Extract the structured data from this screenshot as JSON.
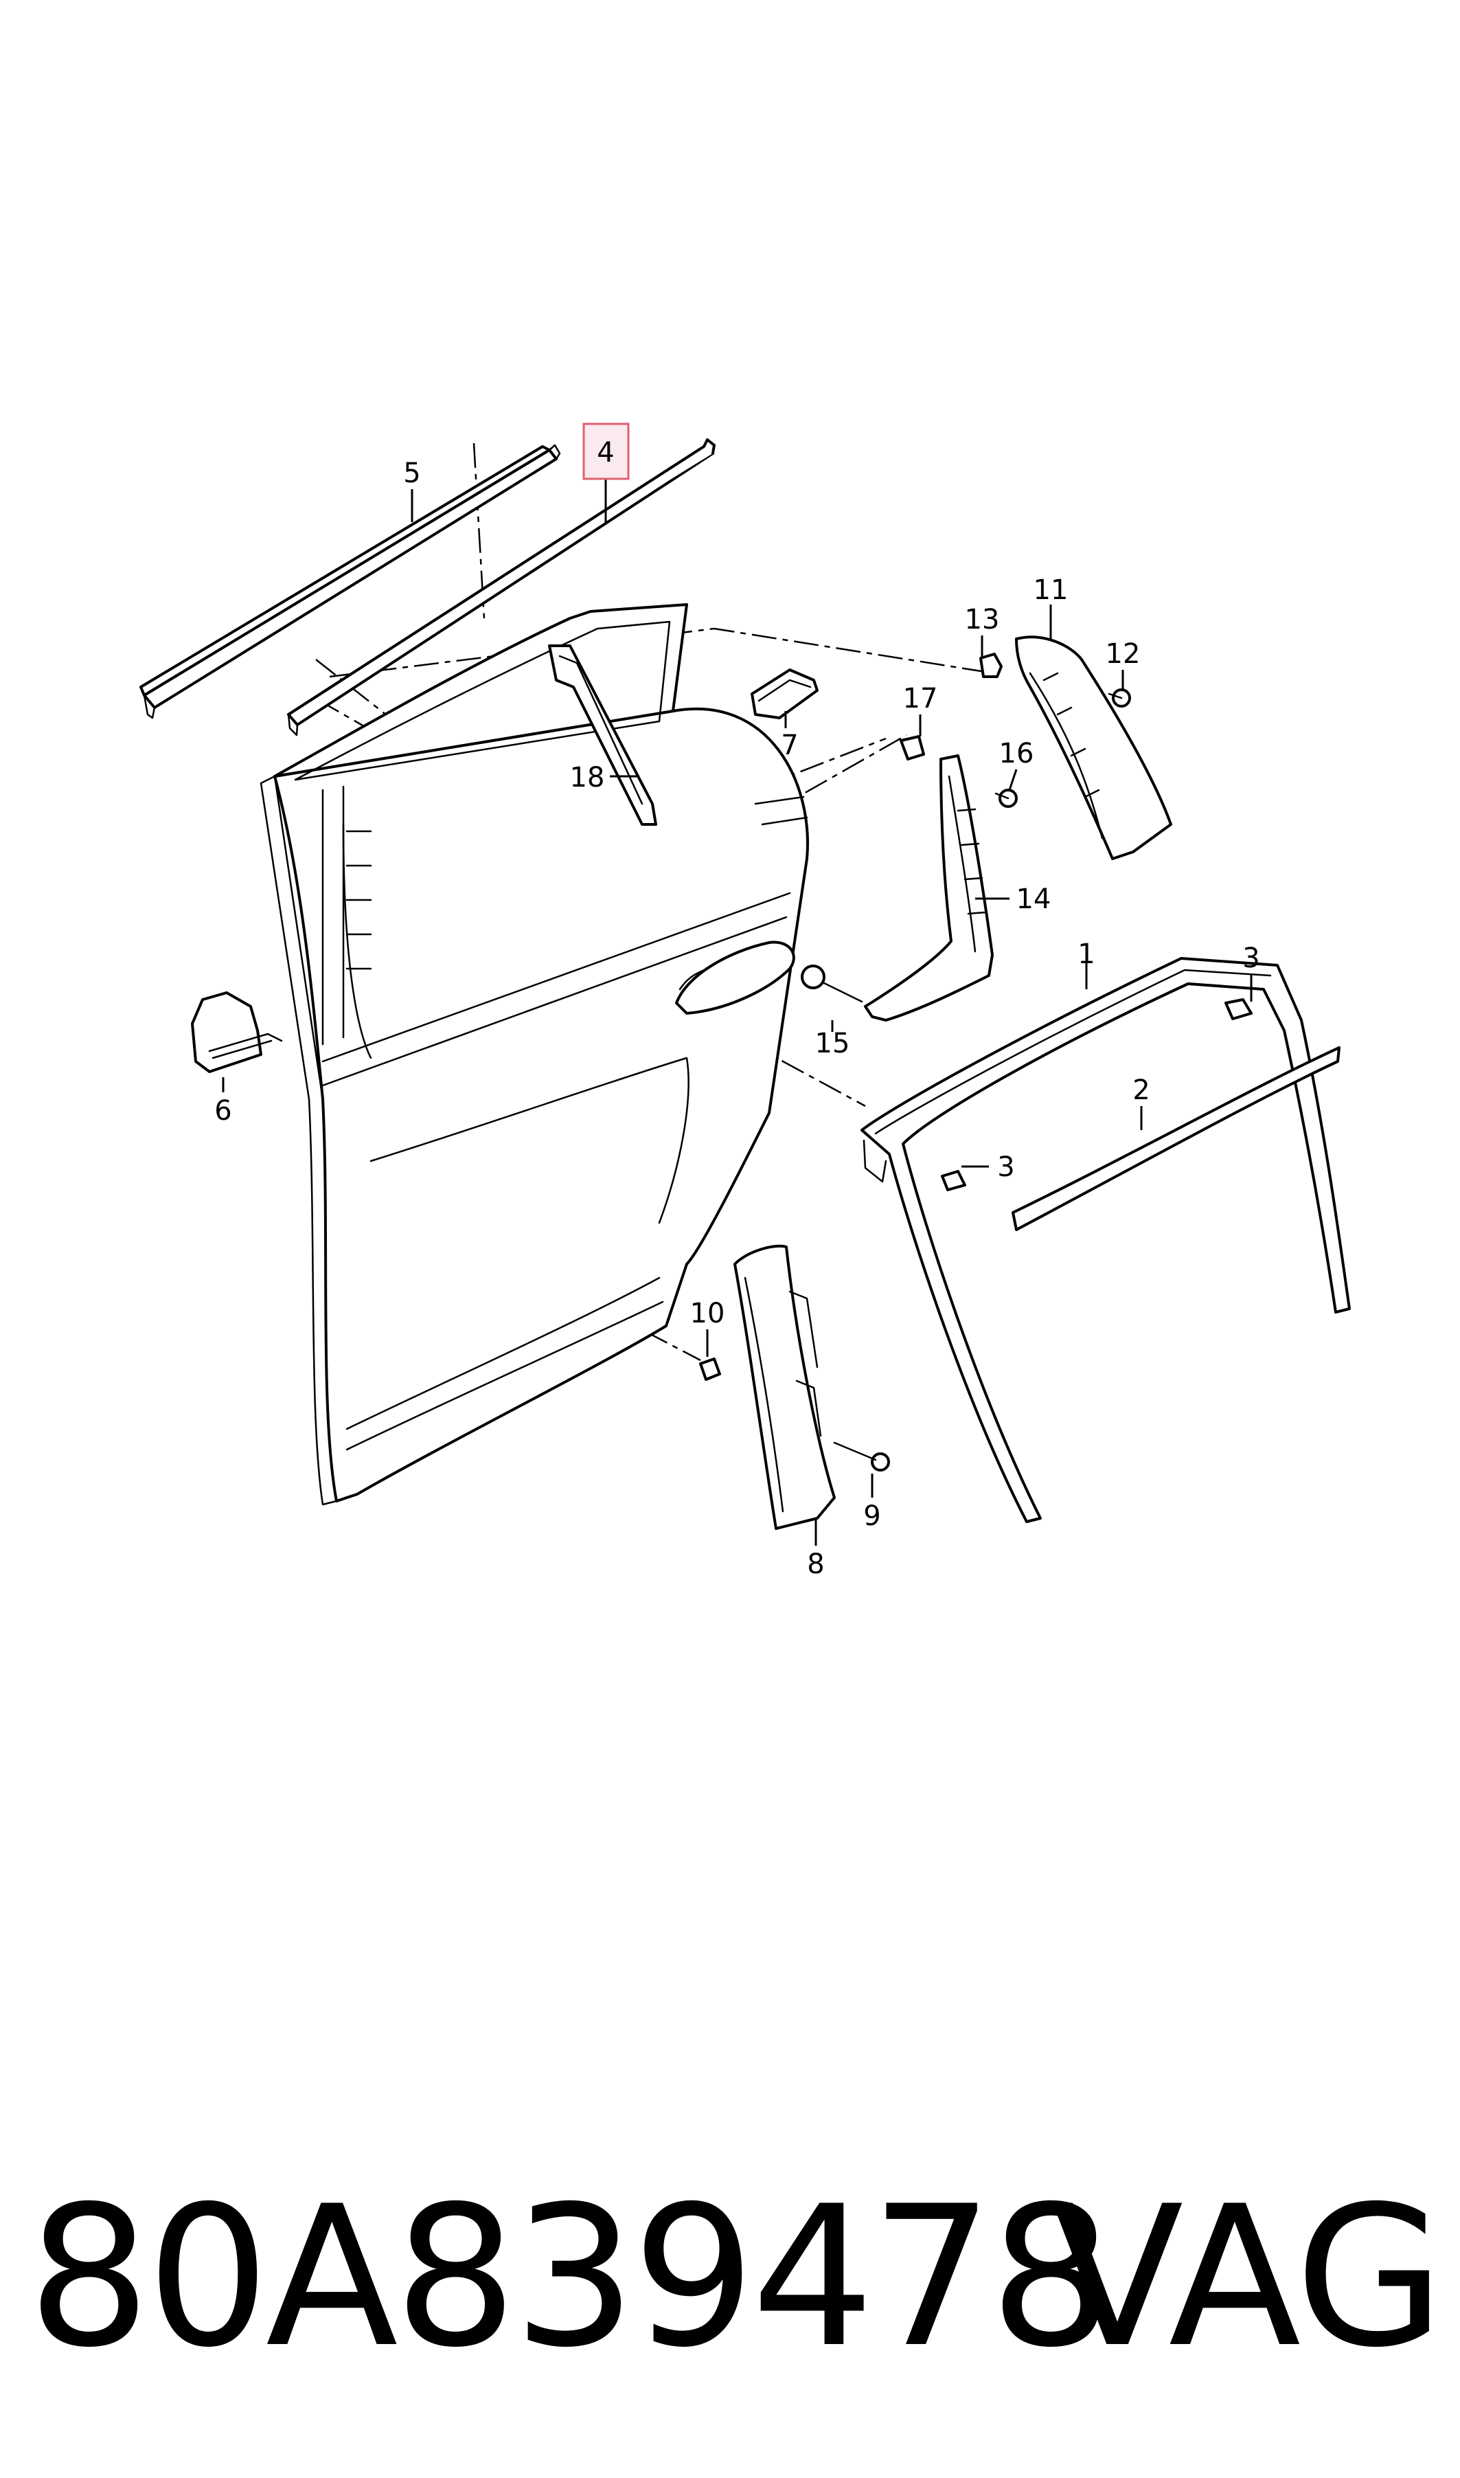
{
  "callouts": {
    "c1": "1",
    "c2": "2",
    "c3a": "3",
    "c3b": "3",
    "c4": "4",
    "c5": "5",
    "c6": "6",
    "c7": "7",
    "c8": "8",
    "c9": "9",
    "c10": "10",
    "c11": "11",
    "c12": "12",
    "c13": "13",
    "c14": "14",
    "c15": "15",
    "c16": "16",
    "c17": "17",
    "c18": "18"
  },
  "highlighted_callout": "4",
  "colors": {
    "ink": "#000000",
    "highlight_border": "#e06070",
    "highlight_fill": "#fbeaed",
    "background": "#ffffff"
  },
  "footer": {
    "part_number": "80A839478",
    "brand": "VAG"
  }
}
